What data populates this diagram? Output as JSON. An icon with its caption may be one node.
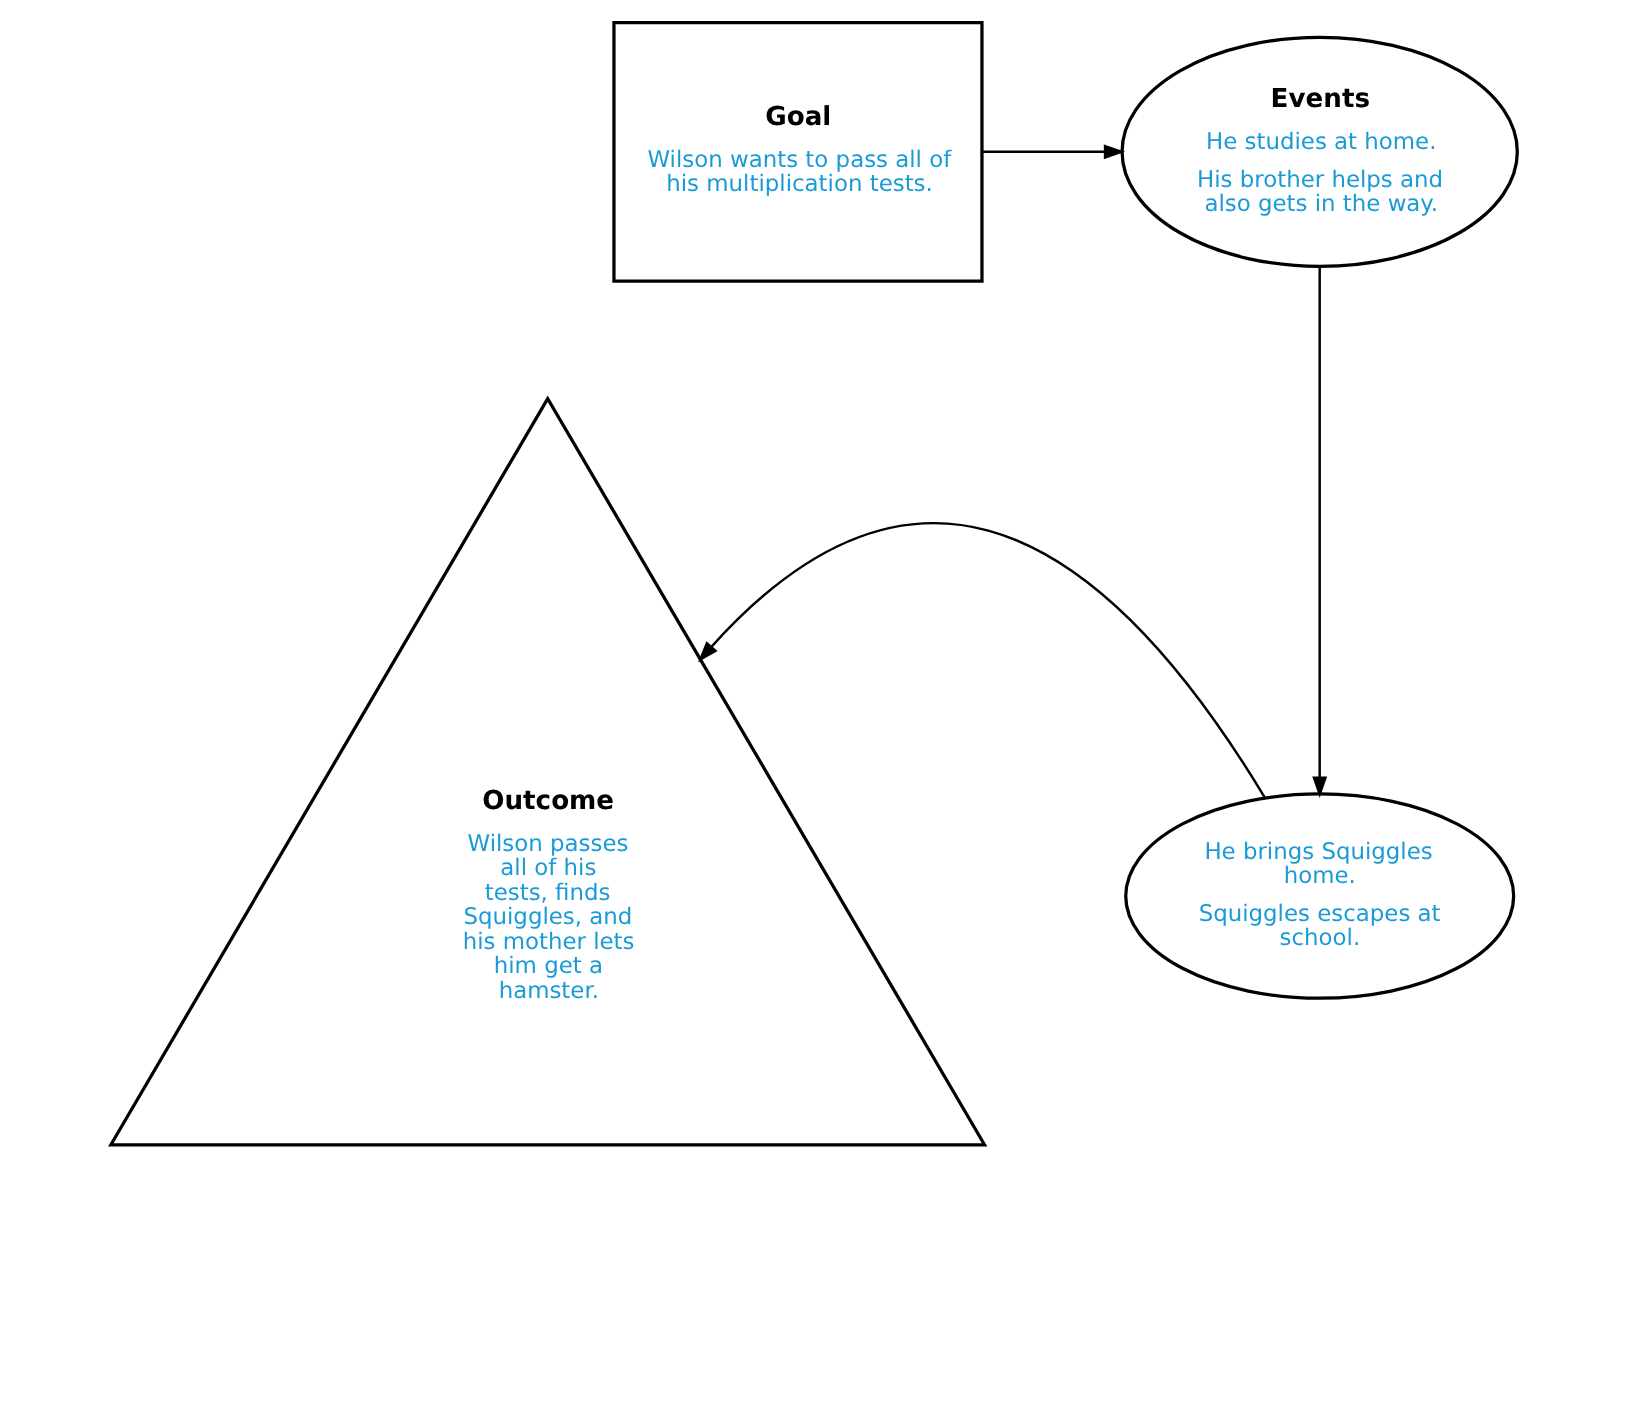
{
  "diagram": {
    "nodes": [
      {
        "text": [
          "Goal",
          "Wilson wants to pass all of his multiplication tests."
        ]
      },
      {
        "text": [
          "Events",
          "He studies at home.",
          "His brother helps and also gets in the way."
        ]
      },
      {
        "text": [
          "He brings Squiggles home.",
          "Squiggles escapes at school."
        ]
      },
      {
        "text": [
          "Outcome",
          "Wilson passes all of his tests, finds Squiggles, and his mother lets him get a hamster."
        ]
      }
    ],
    "edges": [
      {
        "from": 0,
        "to": 1,
        "arrow": "to"
      },
      {
        "from": 1,
        "to": 2,
        "arrow": "to"
      },
      {
        "from": 2,
        "to": 3,
        "arrow": "to"
      }
    ]
  }
}
